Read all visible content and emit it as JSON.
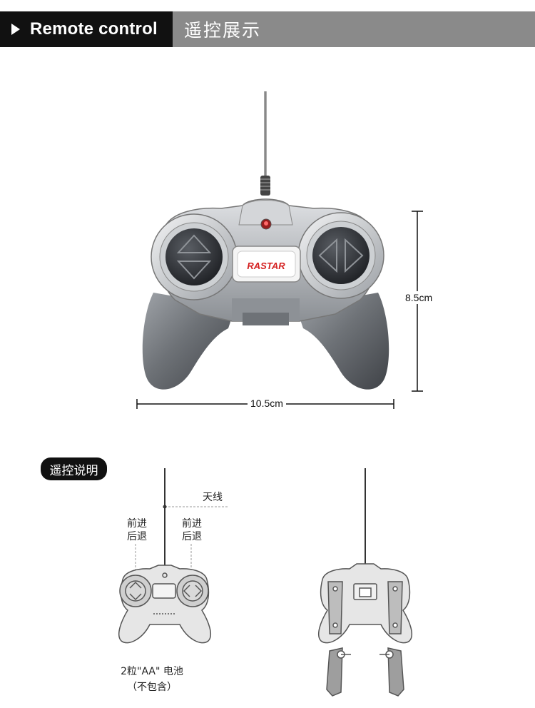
{
  "header": {
    "english_title": "Remote control",
    "chinese_title": "遥控展示"
  },
  "product": {
    "brand_logo": "RASTAR",
    "height_label": "8.5cm",
    "width_label": "10.5cm"
  },
  "instructions": {
    "section_badge": "遥控说明",
    "antenna_label": "天线",
    "left_stick_label_line1": "前进",
    "left_stick_label_line2": "后退",
    "right_stick_label_line1": "前进",
    "right_stick_label_line2": "后退",
    "battery_line1": "2粒\"AA\" 电池",
    "battery_line2": "（不包含）"
  },
  "colors": {
    "header_dark": "#111111",
    "header_gray": "#8a8a8a",
    "controller_silver": "#b9bcc0",
    "controller_dark": "#3a3d42",
    "logo_red": "#d42020"
  }
}
